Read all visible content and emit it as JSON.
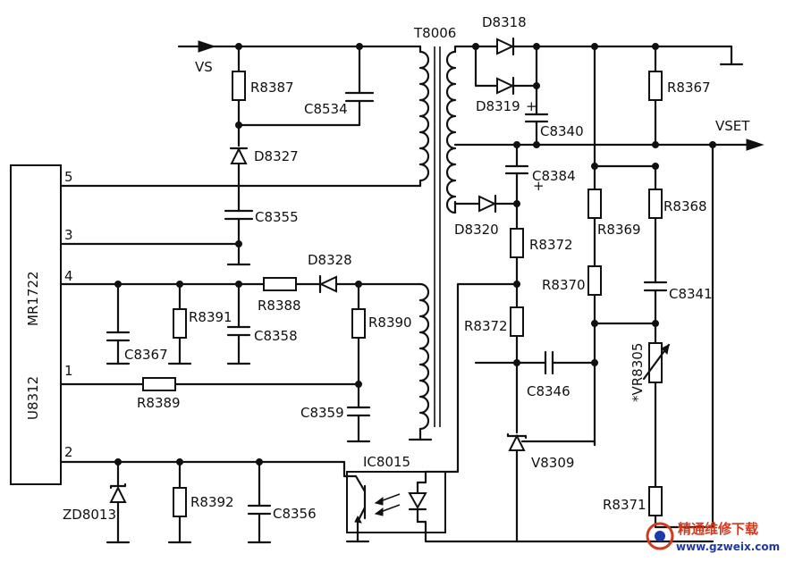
{
  "labels": {
    "vs": "VS",
    "vset": "VSET",
    "t8006": "T8006",
    "d8318": "D8318",
    "d8319": "D8319",
    "d8320": "D8320",
    "d8327": "D8327",
    "d8328": "D8328",
    "r8387": "R8387",
    "r8367": "R8367",
    "r8368": "R8368",
    "r8369": "R8369",
    "r8370": "R8370",
    "r8371": "R8371",
    "r8372a": "R8372",
    "r8372b": "R8372",
    "r8388": "R8388",
    "r8389": "R8389",
    "r8390": "R8390",
    "r8391": "R8391",
    "r8392": "R8392",
    "c8534": "C8534",
    "c8340": "C8340",
    "c8384": "C8384",
    "c8341": "C8341",
    "c8346": "C8346",
    "c8355": "C8355",
    "c8356": "C8356",
    "c8358": "C8358",
    "c8359": "C8359",
    "c8367": "C8367",
    "vr8305": "*VR8305",
    "v8309": "V8309",
    "ic8015": "IC8015",
    "zd8013": "ZD8013",
    "ic_name_1": "U8312",
    "ic_name_2": "MR1722",
    "pin5": "5",
    "pin3": "3",
    "pin4": "4",
    "pin1": "1",
    "pin2": "2"
  },
  "watermark": {
    "title": "精通维修下载",
    "url": "www.gzweix.com",
    "title_color": "#d23a1e",
    "url_color": "#1e3aa8"
  }
}
